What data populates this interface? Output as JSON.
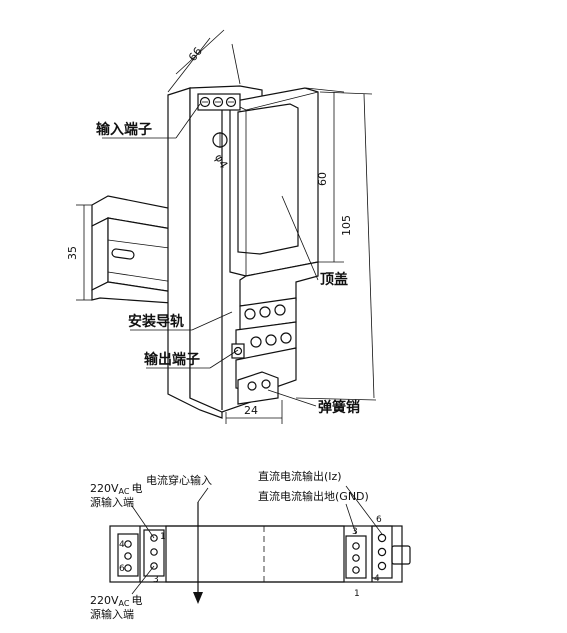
{
  "top_view": {
    "labels": {
      "input_terminal": "输入端子",
      "top_cover": "顶盖",
      "din_rail": "安装导轨",
      "output_terminal": "输出端子",
      "spring_pin": "弹簧销"
    },
    "dimensions": {
      "width": "66",
      "hole": "φ4",
      "cover_height": "60",
      "length": "105",
      "rail_height": "35",
      "depth": "24"
    }
  },
  "bottom_view": {
    "labels": {
      "current_input": "电流穿心输入",
      "dc_output_iz": "直流电流输出(Iz)",
      "dc_output_gnd": "直流电流输出地(GND)",
      "power_in_top_line1": "220V",
      "power_in_top_sub": "AC",
      "power_in_top_line1b": "电",
      "power_in_top_line2": "源输入端",
      "power_in_bottom_line1": "220V",
      "power_in_bottom_sub": "AC",
      "power_in_bottom_line1b": "电",
      "power_in_bottom_line2": "源输入端"
    },
    "pin_numbers": {
      "left_1": "1",
      "left_3": "3",
      "left_4": "4",
      "left_6": "6",
      "right_3": "3",
      "right_6": "6",
      "right_4": "4",
      "right_1": "1"
    }
  }
}
